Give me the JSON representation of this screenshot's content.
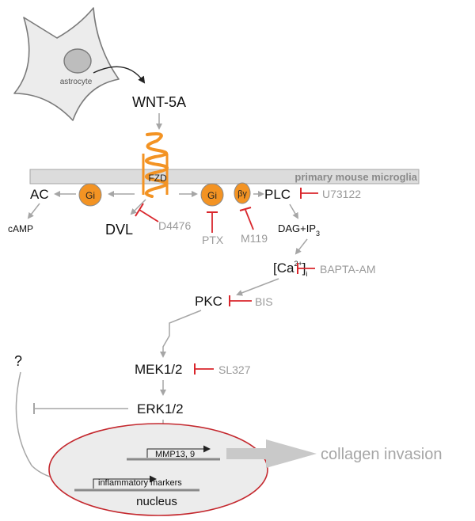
{
  "labels": {
    "astrocyte": "astrocyte",
    "wnt5a": "WNT-5A",
    "membrane": "primary mouse microglia",
    "fzd": "FZD",
    "ac": "AC",
    "camp": "cAMP",
    "gi_left": "Gi",
    "gi_right": "Gi",
    "beta_gamma": "βγ",
    "dvl": "DVL",
    "d4476": "D4476",
    "ptx": "PTX",
    "m119": "M119",
    "plc": "PLC",
    "u73122": "U73122",
    "dag_ip3": "DAG+IP",
    "ip3_sub": "3",
    "ca_open": "[Ca",
    "ca_sup": "2+",
    "ca_close": "]",
    "ca_sub": "i",
    "bapta": "BAPTA-AM",
    "pkc": "PKC",
    "bis": "BIS",
    "question": "?",
    "mek": "MEK1/2",
    "sl327": "SL327",
    "erk": "ERK1/2",
    "mmp": "MMP13, 9",
    "inflammatory": "inflammatory markers",
    "nucleus": "nucleus",
    "collagen": "collagen invasion"
  },
  "colors": {
    "orange": "#f39323",
    "inhibitor_red": "#d9262c",
    "arrow_gray": "#a6a6a6",
    "text_gray": "#9a9a9a",
    "nucleus_border": "#c4282e",
    "nucleus_fill": "#ececec",
    "membrane_fill": "#dcdcdc"
  }
}
